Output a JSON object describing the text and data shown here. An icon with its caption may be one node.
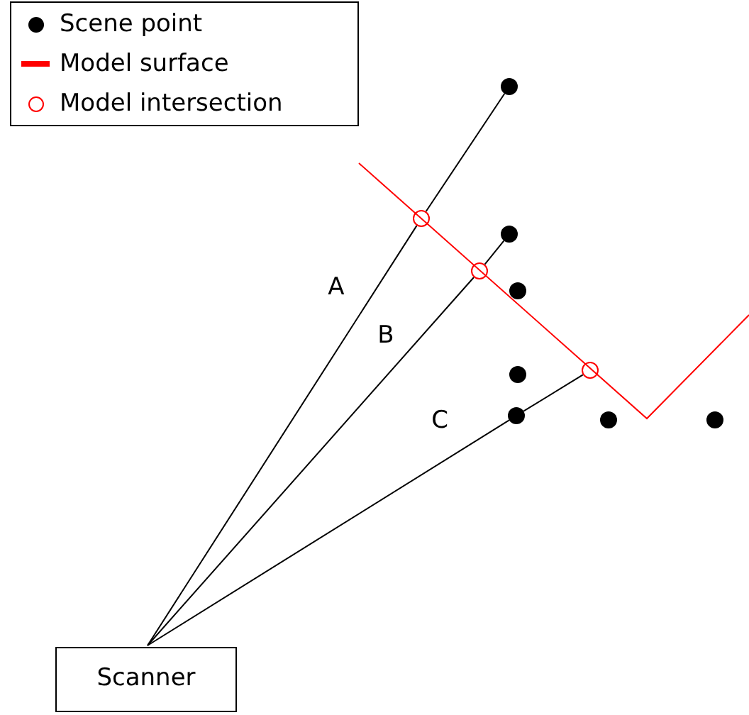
{
  "diagram": {
    "nodes": [
      {
        "text": [
          "Scanner"
        ]
      },
      {
        "text": [],
        "shape": "circle"
      },
      {
        "text": [],
        "shape": "circle"
      },
      {
        "text": [],
        "shape": "circle"
      },
      {
        "text": [],
        "shape": "circle"
      },
      {
        "text": [],
        "shape": "circle"
      },
      {
        "text": [],
        "shape": "circle"
      },
      {
        "text": [],
        "shape": "circle"
      },
      {
        "text": [],
        "shape": "ring"
      },
      {
        "text": [],
        "shape": "ring"
      },
      {
        "text": [],
        "shape": "ring"
      }
    ],
    "edges": [
      {
        "from": 0,
        "to": 8,
        "arrow": "none",
        "label": "A"
      },
      {
        "from": 8,
        "to": 1,
        "arrow": "none"
      },
      {
        "from": 0,
        "to": 9,
        "arrow": "none",
        "label": "B"
      },
      {
        "from": 9,
        "to": 2,
        "arrow": "none"
      },
      {
        "from": 0,
        "to": 5,
        "arrow": "none",
        "label": "C"
      },
      {
        "from": 5,
        "to": 10,
        "arrow": "none"
      }
    ],
    "legend": [
      {
        "text": "Scene point"
      },
      {
        "text": "Model surface"
      },
      {
        "text": "Model intersection"
      }
    ]
  }
}
